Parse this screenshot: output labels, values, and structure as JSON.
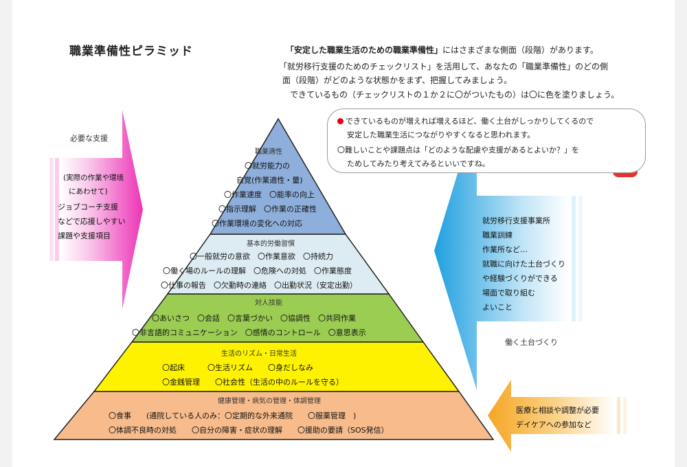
{
  "title": "職業準備性ピラミッド",
  "intro": {
    "line1_bold": "「安定した職業生活のための職業準備性」",
    "line1_rest": "にはさまざまな側面（段階）があります。",
    "line2": "「就労移行支援のためのチェックリスト」を活用して、あなたの「職業準備性」のどの側",
    "line3": "面（段階）がどのような状態かをまず、把握してみましょう。",
    "line4": "できているもの（チェックリストの１か２に〇がついたもの）は〇に色を塗りましょう。"
  },
  "bubble": {
    "line1": "できているものが増えれば増えるほど、働く土台がしっかりしてくるので",
    "line2": "安定した職業生活につながりやすくなると思われます。",
    "line3": "〇難しいことや課題点は「どのような配慮や支援があるとよいか？」を",
    "line4": "ためしてみたり考えてみるといいですね。"
  },
  "left_support": {
    "heading": "必要な支援",
    "lines": [
      "(実際の作業や環境",
      "にあわせて)",
      "ジョブコーチ支援",
      "などで応援しやすい",
      "課題や支援項目"
    ]
  },
  "right_support": {
    "lines": [
      "就労移行支援事業所",
      "職業訓練",
      "作業所など…",
      "就職に向けた土台づくり",
      "や経験づくりができる",
      "場面で取り組む",
      "よいこと"
    ],
    "caption": "働く土台づくり"
  },
  "bottom_support": {
    "lines": [
      "医療と相談や調整が必要",
      "デイケアへの参加など"
    ]
  },
  "pyramid": {
    "tier1": {
      "label": "職業適性",
      "items": [
        "〇就労能力の",
        "自覚(作業適性・量)",
        "〇作業速度　〇能率の向上",
        "〇指示理解　〇作業の正確性",
        "〇作業環境の変化への対応"
      ]
    },
    "tier2": {
      "label": "基本的労働習慣",
      "items": [
        "〇一般就労の意欲　〇作業意欲　〇持続力",
        "〇働く場のルールの理解　〇危険への対処　〇作業態度",
        "〇仕事の報告　〇欠勤時の連絡　〇出勤状況（安定出勤）"
      ]
    },
    "tier3": {
      "label": "対人技能",
      "items": [
        "〇あいさつ　〇会話　〇言葉づかい　〇協調性　〇共同作業",
        "〇非言語的コミュニケーション　〇感情のコントロール　〇意思表示"
      ]
    },
    "tier4": {
      "label": "生活のリズム・日常生活",
      "items": [
        "〇起床　　　〇生活リズム　　〇身だしなみ",
        "〇金銭管理　　〇社会性（生活の中のルールを守る）"
      ]
    },
    "tier5": {
      "label": "健康管理・病気の管理・体調管理",
      "items": [
        "〇食事　　(通院している人のみ：〇定期的な外来通院　　〇服薬管理　)",
        "〇体調不良時の対処　　〇自分の障害・症状の理解　　〇援助の要請（SOS発信）"
      ]
    }
  },
  "colors": {
    "tier1": "#8eaedb",
    "tier2": "#ddecf2",
    "tier3": "#9ccd53",
    "tier4": "#fff200",
    "tier5": "#f7bb8c",
    "left_arrow": "#ee34b6",
    "right_arrow": "#29a9e1",
    "bottom_arrow": "#f5a623",
    "dot": "#e60012"
  },
  "icons": [
    "person-with-pointer-icon"
  ]
}
